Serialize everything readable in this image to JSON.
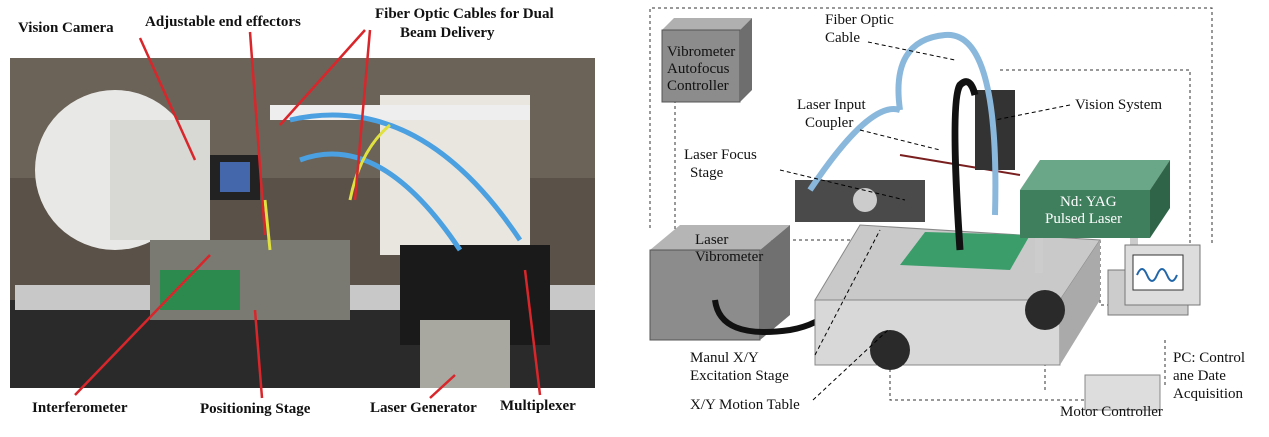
{
  "photo_labels": {
    "vision_camera": "Vision Camera",
    "end_effectors": "Adjustable end effectors",
    "fiber_cables_line1": "Fiber Optic Cables for Dual",
    "fiber_cables_line2": "Beam Delivery",
    "interferometer": "Interferometer",
    "positioning_stage": "Positioning Stage",
    "laser_generator": "Laser Generator",
    "multiplexer": "Multiplexer"
  },
  "diagram_labels": {
    "fiber_cable_line1": "Fiber Optic",
    "fiber_cable_line2": "Cable",
    "autofocus_line1": "Vibrometer",
    "autofocus_line2": "Autofocus",
    "autofocus_line3": "Controller",
    "input_coupler_line1": "Laser Input",
    "input_coupler_line2": "Coupler",
    "vision_system": "Vision System",
    "focus_stage_line1": "Laser Focus",
    "focus_stage_line2": "Stage",
    "yag_line1": "Nd: YAG",
    "yag_line2": "Pulsed Laser",
    "vibrometer_line1": "Laser",
    "vibrometer_line2": "Vibrometer",
    "excitation_line1": "Manul X/Y",
    "excitation_line2": "Excitation Stage",
    "motion_table": "X/Y Motion Table",
    "pc_line1": "PC: Control",
    "pc_line2": "ane Date",
    "pc_line3": "Acquisition",
    "motor_controller": "Motor Controller"
  },
  "colors": {
    "arrow": "#d8262b",
    "fiber": "#8ab8dc",
    "box": "#8c8c8c",
    "laser_box": "#3f7f5d"
  }
}
